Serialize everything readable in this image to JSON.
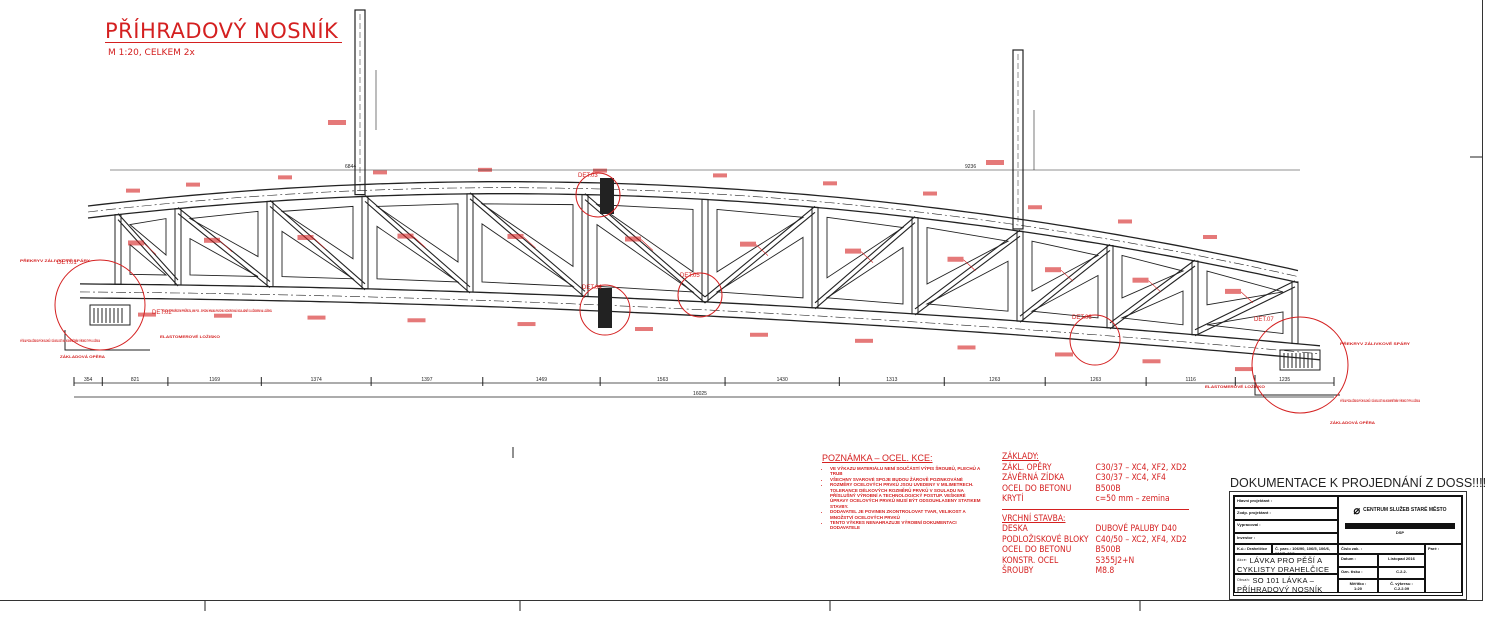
{
  "header": {
    "title": "PŘÍHRADOVÝ NOSNÍK",
    "scale": "M 1:20, CELKEM 2x"
  },
  "dimensions": {
    "top_left": "6844",
    "top_right": "9236",
    "segments": [
      "354",
      "821",
      "1169",
      "1374",
      "1397",
      "1469",
      "1563",
      "1430",
      "1313",
      "1263",
      "1263",
      "1116",
      "1235"
    ],
    "total": "16025"
  },
  "details": [
    "DET.01",
    "DET.02",
    "DET.03",
    "DET.04",
    "DET.05",
    "DET.06",
    "DET.07"
  ],
  "annotations": {
    "left_bearing": "ELASTOMEROVÉ LOŽISKO",
    "left_abutment": "ZÁKLADOVÁ OPĚRA",
    "left_block": "VÝŠKA PODLOŽISKOVÝCH BLOKŮ V ZÁVISLOSTI NA KONKRÉTNÍM VÝROBCI TYPU LOŽISKA",
    "left_joint": "PŘEKRYV ZÁLIVKOVÉ SPÁRY",
    "left_plate": "PLECH S PROŘEZEM PRŮŘEZU, MN P20 – SPODNÍ HRANA PLECHU VODOROVNÁ SOULADNĚ S LOŽISKEM NA LOŽISKU",
    "right_bearing": "ELASTOMEROVÉ LOŽISKO",
    "right_abutment": "ZÁKLADOVÁ OPĚRA",
    "right_block": "VÝŠKA PODLOŽISKOVÝCH BLOKŮ V ZÁVISLOSTI NA KONKRÉTNÍM VÝROBCI TYPU LOŽISKA",
    "right_joint": "PŘEKRYV ZÁLIVKOVÉ SPÁRY"
  },
  "notes": {
    "heading": "POZNÁMKA – OCEL. KCE:",
    "items": [
      "VE VÝKAZU MATERIÁLU NENÍ SOUČÁSTÍ VÝPIS ŠROUBŮ, PLECHŮ A TRUB",
      "VŠECHNY SVAROVÉ SPOJE BUDOU ŽÁROVĚ POZINKOVÁNÉ",
      "ROZMĚRY OCELOVÝCH PRVKŮ JSOU UVEDENY V MILIMETRECH. TOLERANCE DÉLKOVÝCH ROZMĚRŮ PRVKŮ V SOULADU NA PŘÍSLUŠNÝ VÝROBNÍ A TECHNOLOGICKÝ POSTUP. VEŠKERÉ ÚPRAVY OCELOVÝCH PRVKŮ MUSÍ BÝT ODSOUHLASENY STATIKEM STAVBY.",
      "DODAVATEL JE POVINEN ZKONTROLOVAT TVAR, VELIKOST A MNOŽSTVÍ OCELOVÝCH PRVKŮ",
      "TENTO VÝKRES NENAHRAZUJE VÝROBNÍ DOKUMENTACI DODAVATELE"
    ]
  },
  "materials": {
    "foundations_heading": "ZÁKLADY:",
    "foundations": [
      {
        "item": "ZÁKL. OPĚRY",
        "value": "C30/37 – XC4, XF2, XD2"
      },
      {
        "item": "ZÁVĚRNÁ ZÍDKA",
        "value": "C30/37 – XC4, XF4"
      },
      {
        "item": "OCEL DO BETONU",
        "value": "B500B"
      },
      {
        "item": "KRYTÍ",
        "value": "c=50 mm – zemina"
      }
    ],
    "superstructure_heading": "VRCHNÍ STAVBA:",
    "superstructure": [
      {
        "item": "DESKA",
        "value": "DUBOVÉ PALUBY D40"
      },
      {
        "item": "PODLOŽISKOVÉ BLOKY",
        "value": "C40/50 – XC2, XF4, XD2"
      },
      {
        "item": "OCEL DO BETONU",
        "value": "B500B"
      },
      {
        "item": "KONSTR. OCEL",
        "value": "S355J2+N"
      },
      {
        "item": "ŠROUBY",
        "value": "M8.8"
      }
    ]
  },
  "title_block": {
    "banner": "DOKUMENTACE K PROJEDNÁNÍ Z DOSS!!!!",
    "chief_label": "Hlavní projektant :",
    "resp_label": "Zodp. projektant :",
    "drawn_label": "Vypracoval :",
    "investor_label": "Investor :",
    "cadastre": "K.ú.: Drahelčice",
    "parcel": "Č. parc.: 106/90, 106/5, 106/6, 106/7, 83/1",
    "logo": "CENTRUM SLUŽEB STARÉ MĚSTO",
    "stage": "DSP",
    "job_label": "Číslo zak. :",
    "date_label": "Datum :",
    "date": "Listopad 2016",
    "format_label": "Ozn. tisku :",
    "format": "C.2.2.",
    "scale_label": "Měřítko :",
    "scale": "1:20",
    "drawing_no_label": "Č. výkresu :",
    "drawing_no": "C.2.2.09",
    "copy_label": "Paré :",
    "action_label": "Akce:",
    "action": "LÁVKA PRO PĚŠÍ A CYKLISTY DRAHELČICE",
    "content_label": "Obsah:",
    "content": "SO 101 LÁVKA – PŘÍHRADOVÝ NOSNÍK"
  },
  "colors": {
    "annotation": "#d42020",
    "line": "#222222"
  }
}
